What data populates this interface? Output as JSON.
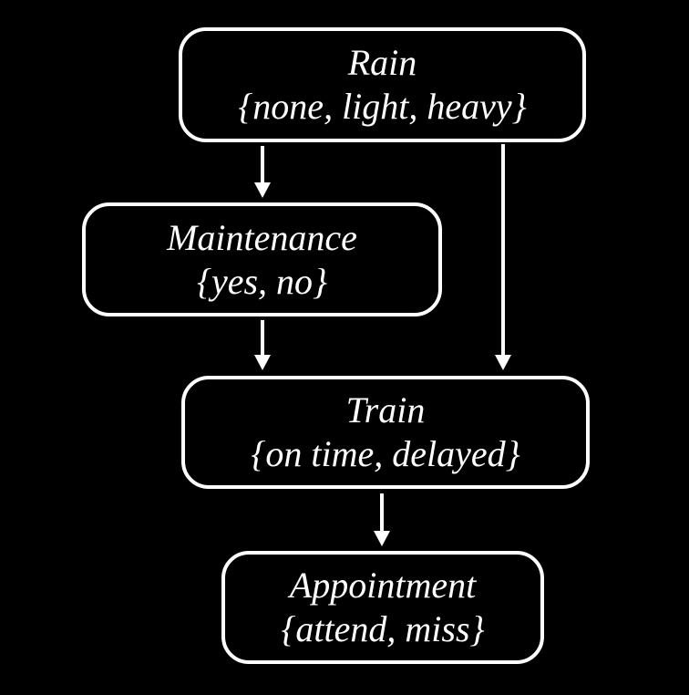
{
  "diagram": {
    "type": "bayesian-network",
    "background_color": "#000000",
    "node_border_color": "#ffffff",
    "text_color": "#ffffff",
    "nodes": {
      "rain": {
        "label": "Rain",
        "values": "{none, light, heavy}"
      },
      "maintenance": {
        "label": "Maintenance",
        "values": "{yes, no}"
      },
      "train": {
        "label": "Train",
        "values": "{on time, delayed}"
      },
      "appointment": {
        "label": "Appointment",
        "values": "{attend, miss}"
      }
    },
    "edges": [
      {
        "from": "Rain",
        "to": "Maintenance"
      },
      {
        "from": "Rain",
        "to": "Train"
      },
      {
        "from": "Maintenance",
        "to": "Train"
      },
      {
        "from": "Train",
        "to": "Appointment"
      }
    ]
  }
}
